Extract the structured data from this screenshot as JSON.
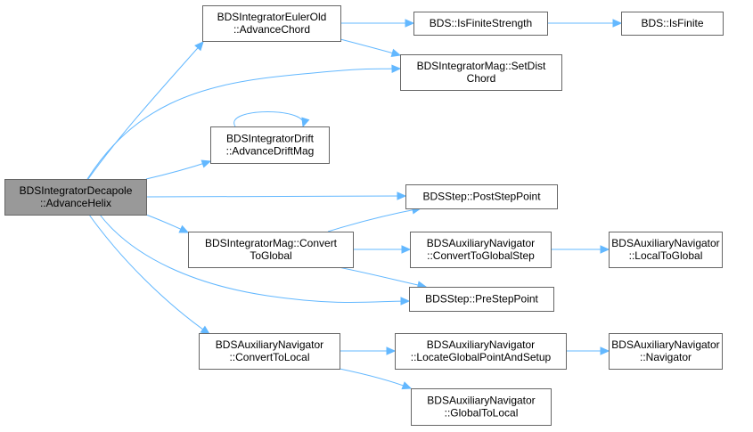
{
  "graph": {
    "edge_color": "#63b8ff",
    "node_border": "#666666",
    "root_fill": "#999999",
    "nodes": [
      {
        "id": "decapole",
        "lines": [
          "BDSIntegratorDecapole",
          "::AdvanceHelix"
        ],
        "root": true
      },
      {
        "id": "eulerold",
        "lines": [
          "BDSIntegratorEulerOld",
          "::AdvanceChord"
        ]
      },
      {
        "id": "isfinitestrength",
        "lines": [
          "BDS::IsFiniteStrength"
        ]
      },
      {
        "id": "isfinite",
        "lines": [
          "BDS::IsFinite"
        ]
      },
      {
        "id": "setdistchord",
        "lines": [
          "BDSIntegratorMag::SetDist",
          "Chord"
        ]
      },
      {
        "id": "drift",
        "lines": [
          "BDSIntegratorDrift",
          "::AdvanceDriftMag"
        ]
      },
      {
        "id": "poststep",
        "lines": [
          "BDSStep::PostStepPoint"
        ]
      },
      {
        "id": "converttoglobal",
        "lines": [
          "BDSIntegratorMag::Convert",
          "ToGlobal"
        ]
      },
      {
        "id": "auxconverttoglobalstep",
        "lines": [
          "BDSAuxiliaryNavigator",
          "::ConvertToGlobalStep"
        ]
      },
      {
        "id": "auxlocaltoglobal",
        "lines": [
          "BDSAuxiliaryNavigator",
          "::LocalToGlobal"
        ]
      },
      {
        "id": "prestep",
        "lines": [
          "BDSStep::PreStepPoint"
        ]
      },
      {
        "id": "auxconverttolocal",
        "lines": [
          "BDSAuxiliaryNavigator",
          "::ConvertToLocal"
        ]
      },
      {
        "id": "auxlocate",
        "lines": [
          "BDSAuxiliaryNavigator",
          "::LocateGlobalPointAndSetup"
        ]
      },
      {
        "id": "auxnavigator",
        "lines": [
          "BDSAuxiliaryNavigator",
          "::Navigator"
        ]
      },
      {
        "id": "auxglobaltolocal",
        "lines": [
          "BDSAuxiliaryNavigator",
          "::GlobalToLocal"
        ]
      }
    ],
    "edges": [
      {
        "from": "decapole",
        "to": "eulerold"
      },
      {
        "from": "decapole",
        "to": "setdistchord"
      },
      {
        "from": "decapole",
        "to": "drift"
      },
      {
        "from": "decapole",
        "to": "poststep"
      },
      {
        "from": "decapole",
        "to": "converttoglobal"
      },
      {
        "from": "decapole",
        "to": "prestep"
      },
      {
        "from": "decapole",
        "to": "auxconverttolocal"
      },
      {
        "from": "eulerold",
        "to": "isfinitestrength"
      },
      {
        "from": "eulerold",
        "to": "setdistchord"
      },
      {
        "from": "isfinitestrength",
        "to": "isfinite"
      },
      {
        "from": "drift",
        "to": "drift"
      },
      {
        "from": "converttoglobal",
        "to": "poststep"
      },
      {
        "from": "converttoglobal",
        "to": "auxconverttoglobalstep"
      },
      {
        "from": "converttoglobal",
        "to": "prestep"
      },
      {
        "from": "auxconverttoglobalstep",
        "to": "auxlocaltoglobal"
      },
      {
        "from": "auxconverttolocal",
        "to": "auxlocate"
      },
      {
        "from": "auxconverttolocal",
        "to": "auxglobaltolocal"
      },
      {
        "from": "auxlocate",
        "to": "auxnavigator"
      }
    ]
  }
}
